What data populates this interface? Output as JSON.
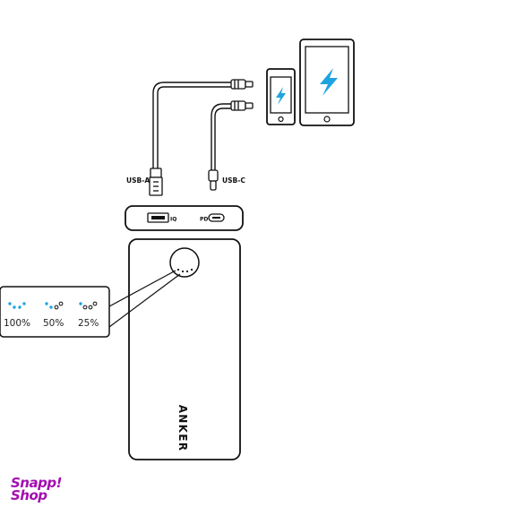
{
  "labels": {
    "usb_a": "USB-A",
    "usb_c": "USB-C",
    "iq_port": "IQ",
    "pd_port": "PD",
    "brand_on_device": "ANKER"
  },
  "battery_levels": [
    {
      "label": "100%",
      "lit_dots": 4,
      "total_dots": 4
    },
    {
      "label": "50%",
      "lit_dots": 2,
      "total_dots": 4
    },
    {
      "label": "25%",
      "lit_dots": 1,
      "total_dots": 4
    }
  ],
  "store_logo": {
    "line1": "Snapp!",
    "line2": "Shop"
  },
  "colors": {
    "accent_blue": "#1fa3e0",
    "outline": "#111111",
    "logo_purple": "#a30fb0"
  },
  "icons": {
    "phone": "lightning-bolt",
    "tablet": "lightning-bolt"
  }
}
